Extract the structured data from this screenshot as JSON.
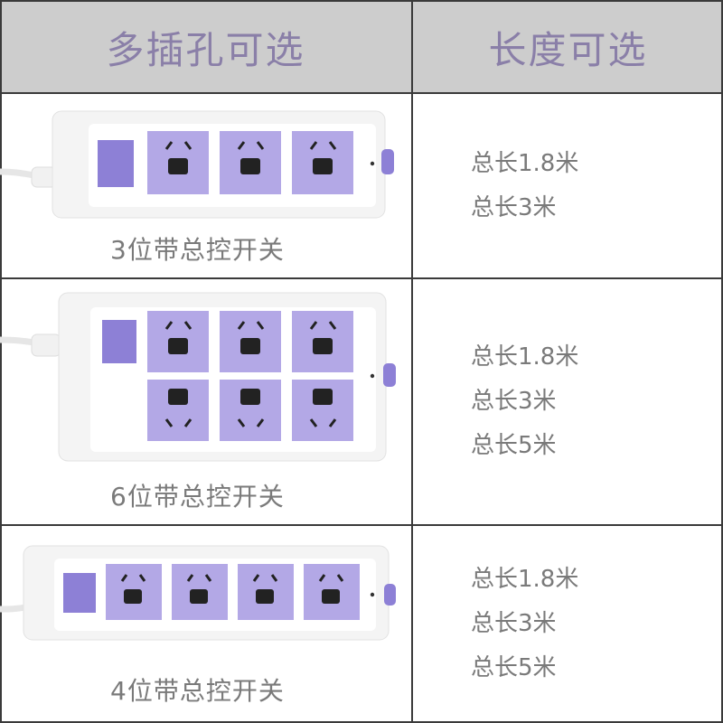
{
  "header": {
    "left_title": "多插孔可选",
    "right_title": "长度可选"
  },
  "rows": [
    {
      "caption": "3位带总控开关",
      "outlets": 3,
      "lengths": [
        "总长1.8米",
        "总长3米"
      ]
    },
    {
      "caption": "6位带总控开关",
      "outlets": 6,
      "lengths": [
        "总长1.8米",
        "总长3米",
        "总长5米"
      ]
    },
    {
      "caption": "4位带总控开关",
      "outlets": 4,
      "lengths": [
        "总长1.8米",
        "总长3米",
        "总长5米"
      ]
    }
  ],
  "colors": {
    "header_bg": "#cdcdcd",
    "header_text": "#8a7fa8",
    "socket_purple": "#b3a8e6",
    "switch_purple": "#8d80d6",
    "border": "#3a3a3a"
  }
}
